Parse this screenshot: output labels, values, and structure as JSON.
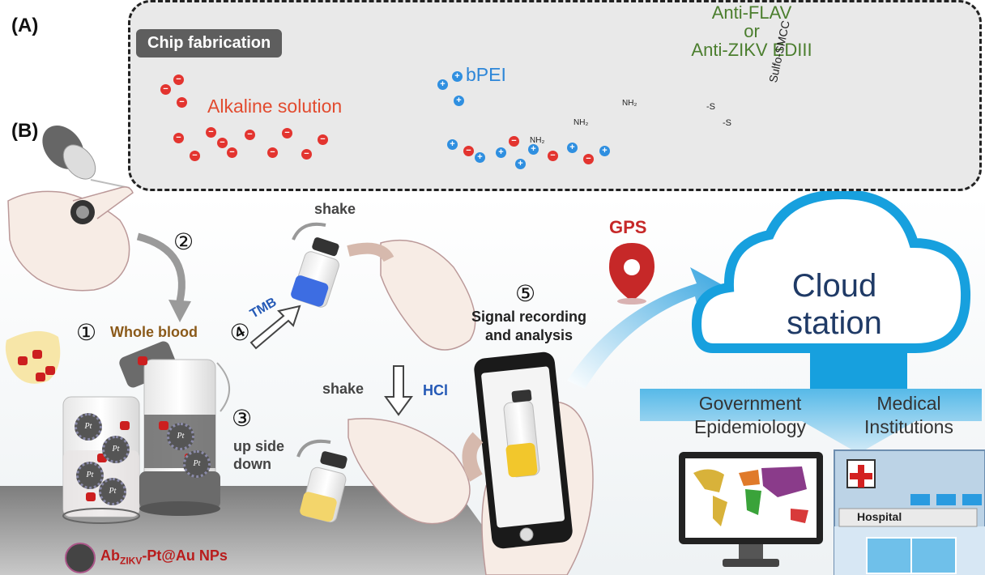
{
  "panel_labels": {
    "a": "(A)",
    "b": "(B)"
  },
  "chip_fabrication": {
    "title": "Chip fabrication",
    "alkaline_solution": "Alkaline solution",
    "bpei": "bPEI",
    "antibody_line1": "Anti-FLAV",
    "antibody_line2": "or",
    "antibody_line3": "Anti-ZIKV EDIII",
    "linker": "Sulfo-SMCC",
    "nh2": "NH₂",
    "thiol_label": "-S"
  },
  "steps": {
    "s1_num": "①",
    "s1_label": "Whole blood",
    "s2_num": "②",
    "s3_num": "③",
    "s3_label_line1": "up side",
    "s3_label_line2": "down",
    "s4_num": "④",
    "s4_label": "TMB",
    "s5_num": "⑤",
    "s5_label_line1": "Signal recording",
    "s5_label_line2": "and analysis"
  },
  "shake_top": "shake",
  "shake_bottom": "shake",
  "hcl": "HCl",
  "nanoparticle_legend": {
    "prefix": "Ab",
    "subscript": "ZIKV",
    "suffix": "-Pt@Au NPs",
    "pt": "Pt"
  },
  "gps": "GPS",
  "cloud": {
    "line1": "Cloud",
    "line2": "station"
  },
  "government": {
    "line1": "Government",
    "line2": "Epidemiology"
  },
  "medical": {
    "line1": "Medical",
    "line2": "Institutions"
  },
  "hospital_sign": "Hospital",
  "colors": {
    "red_charge": "#e3342f",
    "blue_charge": "#2f8fe0",
    "cloud_blue": "#1aa3e0",
    "antibody_green": "#4b7e2e",
    "tmb_blue": "#2f5fd0",
    "yellow_signal": "#f2c72c"
  }
}
